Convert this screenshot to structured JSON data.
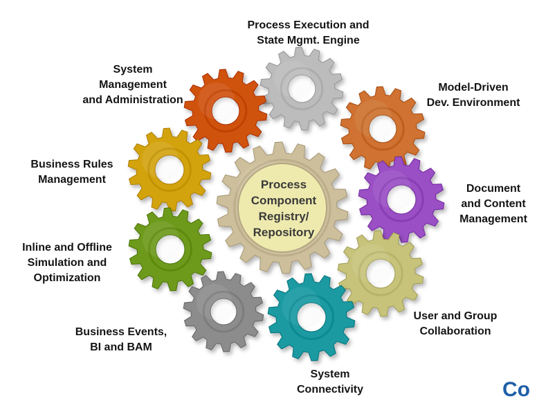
{
  "center": {
    "label": "Process\nComponent\nRegistry/\nRepository",
    "color": "#cdbf9c",
    "hub_color": "#eeeaae"
  },
  "gears": [
    {
      "name": "process-execution",
      "label": "Process Execution and\nState Mgmt. Engine",
      "color": "#bcbcbc"
    },
    {
      "name": "model-driven",
      "label": "Model-Driven\nDev. Environment",
      "color": "#cf7230"
    },
    {
      "name": "document-content",
      "label": "Document\nand Content\nManagement",
      "color": "#9a4fc5"
    },
    {
      "name": "user-group",
      "label": "User and Group\nCollaboration",
      "color": "#c7c37a"
    },
    {
      "name": "system-connectivity",
      "label": "System\nConnectivity",
      "color": "#1a9aa2"
    },
    {
      "name": "business-events",
      "label": "Business Events,\nBI and BAM",
      "color": "#8c8c8c"
    },
    {
      "name": "inline-offline",
      "label": "Inline and Offline\nSimulation and\nOptimization",
      "color": "#6e9a1e"
    },
    {
      "name": "business-rules",
      "label": "Business Rules\nManagement",
      "color": "#d3a30e"
    },
    {
      "name": "system-management",
      "label": "System\nManagement\nand Administration",
      "color": "#d0530f"
    }
  ],
  "logo_fragment": "Co"
}
